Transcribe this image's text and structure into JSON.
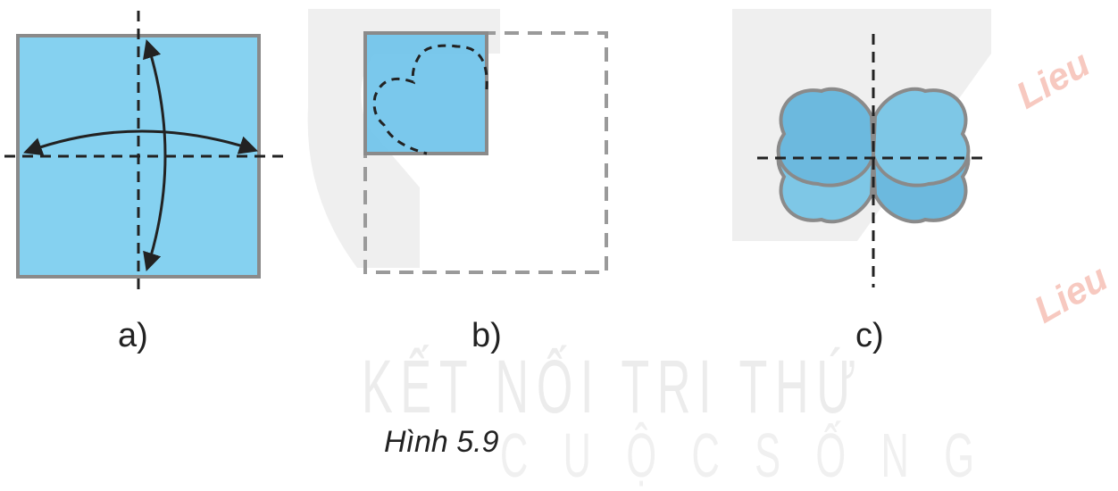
{
  "colors": {
    "paper_fill": "#85d1f0",
    "folded_fill": "#6cc2ea",
    "petal_fill": "#7ec7e6",
    "outline": "#8a8a8a",
    "line": "#222222",
    "watermark": "#e9e9e9"
  },
  "watermark": {
    "line1": "KẾT NỐI TRI THỨ",
    "line2": "C U Ộ C S Ố N G",
    "logo": "Lieu"
  },
  "panels": [
    {
      "label": "a)",
      "desc": "square paper folded along two dashed axes"
    },
    {
      "label": "b)",
      "desc": "folded quarter with dashed cut outline"
    },
    {
      "label": "c)",
      "desc": "four-leaf shape symmetric about two axes"
    }
  ],
  "caption": "Hình 5.9"
}
